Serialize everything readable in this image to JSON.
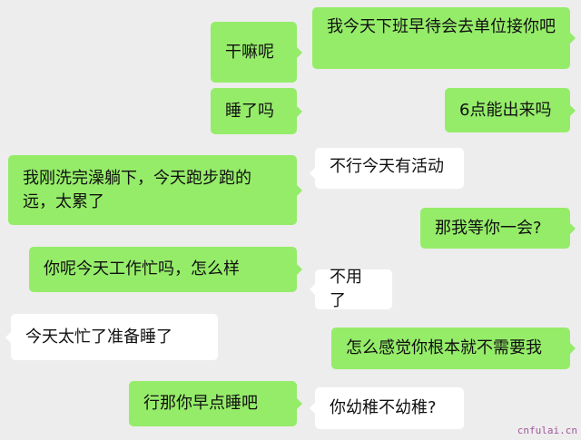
{
  "left_chat": {
    "messages": [
      {
        "side": "sent",
        "text": "干嘛呢"
      },
      {
        "side": "sent",
        "text": "睡了吗"
      },
      {
        "side": "sent",
        "text": "我刚洗完澡躺下，今天跑步跑的远，太累了"
      },
      {
        "side": "sent",
        "text": "你呢今天工作忙吗，怎么样"
      },
      {
        "side": "received",
        "text": "今天太忙了准备睡了"
      },
      {
        "side": "sent",
        "text": "行那你早点睡吧"
      }
    ]
  },
  "right_chat": {
    "messages": [
      {
        "side": "sent",
        "text": "我今天下班早待会去单位接你吧"
      },
      {
        "side": "sent",
        "text": "6点能出来吗"
      },
      {
        "side": "received",
        "text": "不行今天有活动"
      },
      {
        "side": "sent",
        "text": "那我等你一会?"
      },
      {
        "side": "received",
        "text": "不用了"
      },
      {
        "side": "sent",
        "text": "怎么感觉你根本就不需要我"
      },
      {
        "side": "received",
        "text": "你幼稚不幼稚?"
      }
    ]
  },
  "watermark": "cnfulai.cn",
  "colors": {
    "background": "#ededed",
    "sent_bubble": "#95ec69",
    "received_bubble": "#ffffff"
  }
}
